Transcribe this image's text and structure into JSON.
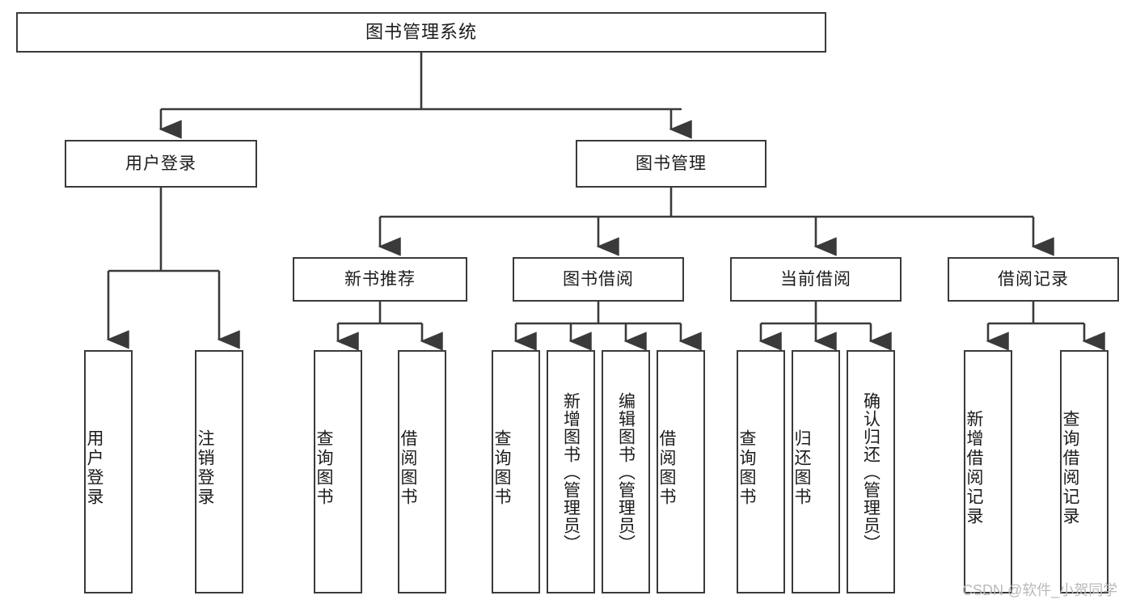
{
  "diagram": {
    "type": "tree",
    "title": "图书管理系统",
    "root": {
      "label": "图书管理系统"
    },
    "level2": [
      {
        "label": "用户登录"
      },
      {
        "label": "图书管理"
      }
    ],
    "level3": [
      {
        "label": "新书推荐"
      },
      {
        "label": "图书借阅"
      },
      {
        "label": "当前借阅"
      },
      {
        "label": "借阅记录"
      }
    ],
    "leaves": {
      "user_login": [
        {
          "label": "用户登录"
        },
        {
          "label": "注销登录"
        }
      ],
      "new_book_recommend": [
        {
          "label": "查询图书"
        },
        {
          "label": "借阅图书"
        }
      ],
      "book_borrow": [
        {
          "label": "查询图书"
        },
        {
          "label": "新增图书（管理员）"
        },
        {
          "label": "编辑图书（管理员）"
        },
        {
          "label": "借阅图书"
        }
      ],
      "current_borrow": [
        {
          "label": "查询图书"
        },
        {
          "label": "归还图书"
        },
        {
          "label": "确认归还（管理员）"
        }
      ],
      "borrow_record": [
        {
          "label": "新增借阅记录"
        },
        {
          "label": "查询借阅记录"
        }
      ]
    }
  },
  "watermark": {
    "text": "CSDN @软件_小贺同学"
  },
  "colors": {
    "border": "#3a3a3a",
    "text": "#1b1b1b",
    "background": "#ffffff",
    "watermark": "#b9b9b9"
  }
}
